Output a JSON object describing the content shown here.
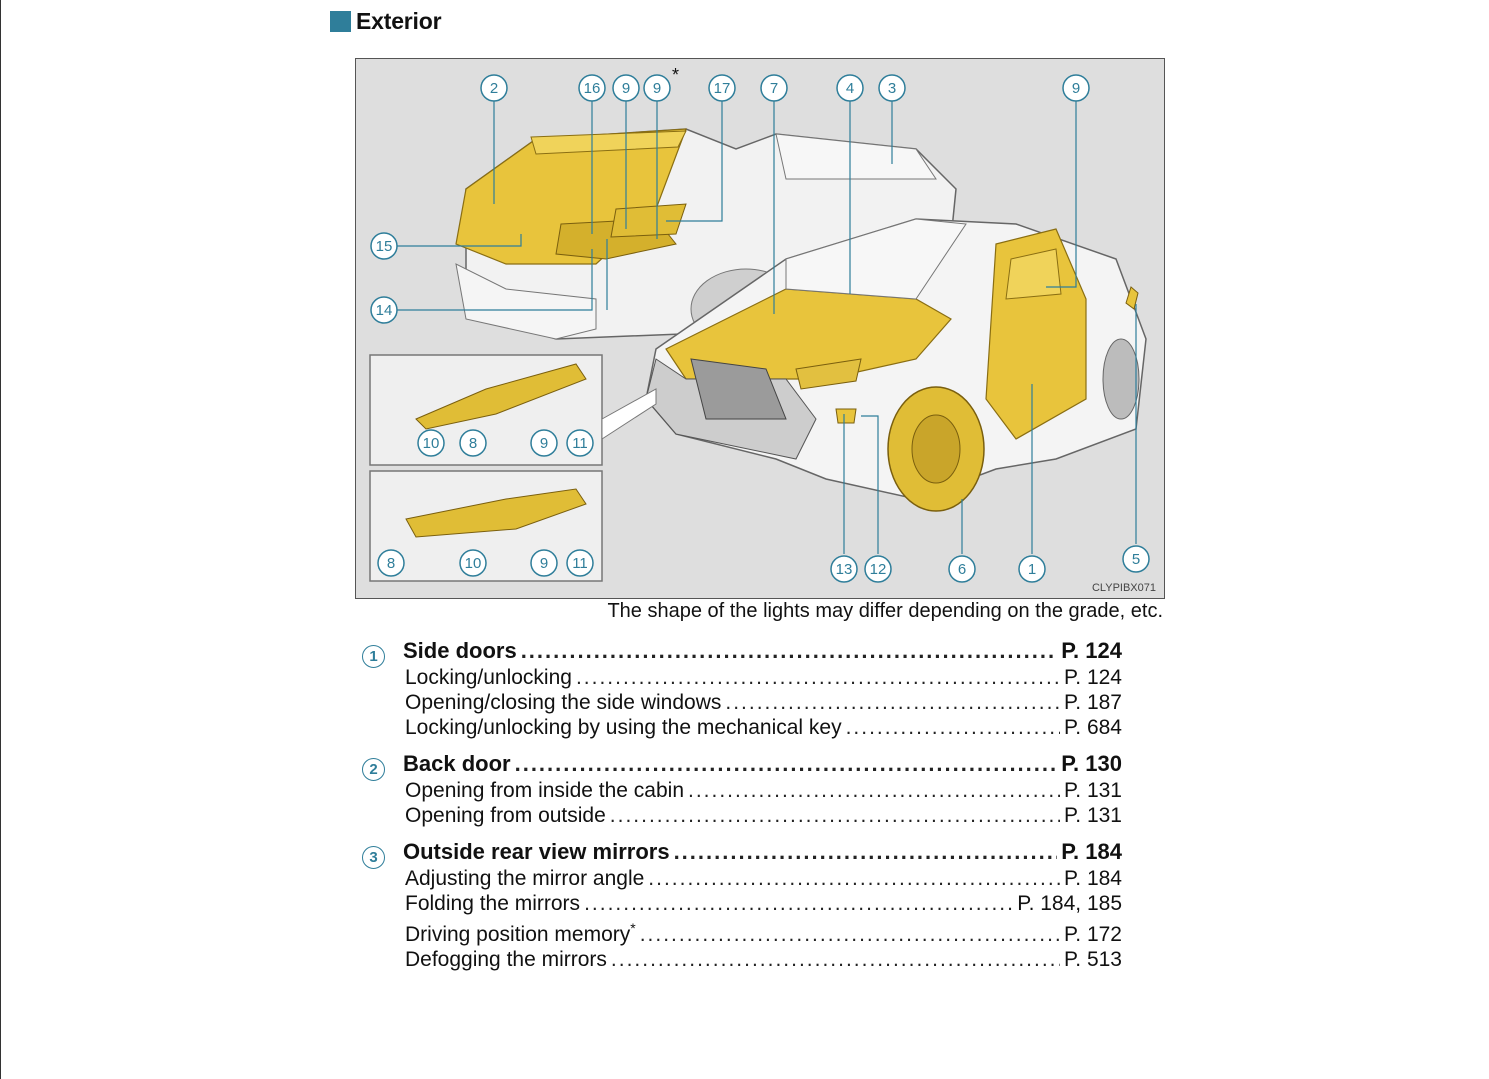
{
  "section": {
    "title": "Exterior"
  },
  "figure": {
    "code": "CLYPIBX071",
    "callout_numbers": [
      "2",
      "16",
      "9",
      "9",
      "17",
      "7",
      "4",
      "3",
      "9",
      "15",
      "14",
      "10",
      "8",
      "9",
      "11",
      "8",
      "10",
      "9",
      "11",
      "13",
      "12",
      "6",
      "1",
      "5"
    ],
    "asterisk": "*"
  },
  "caption": "The shape of the lights may differ depending on the grade, etc.",
  "entries": [
    {
      "number": "1",
      "title": "Side doors",
      "page": "P. 124",
      "subs": [
        {
          "label": "Locking/unlocking",
          "page": "P. 124"
        },
        {
          "label": "Opening/closing the side windows",
          "page": "P. 187"
        },
        {
          "label": "Locking/unlocking by using the mechanical key",
          "page": "P. 684"
        }
      ]
    },
    {
      "number": "2",
      "title": "Back door",
      "page": "P. 130",
      "subs": [
        {
          "label": "Opening from inside the cabin",
          "page": "P. 131"
        },
        {
          "label": "Opening from outside",
          "page": "P. 131"
        }
      ]
    },
    {
      "number": "3",
      "title": "Outside rear view mirrors",
      "page": "P. 184",
      "subs": [
        {
          "label": "Adjusting the mirror angle",
          "page": "P. 184"
        },
        {
          "label": "Folding the mirrors",
          "page": "P. 184, 185"
        },
        {
          "label": "Driving position memory",
          "page": "P. 172",
          "star": "*"
        },
        {
          "label": "Defogging the mirrors",
          "page": "P. 513"
        }
      ]
    }
  ],
  "colors": {
    "accent": "#2f7e9a",
    "highlight": "#e6c53a"
  }
}
